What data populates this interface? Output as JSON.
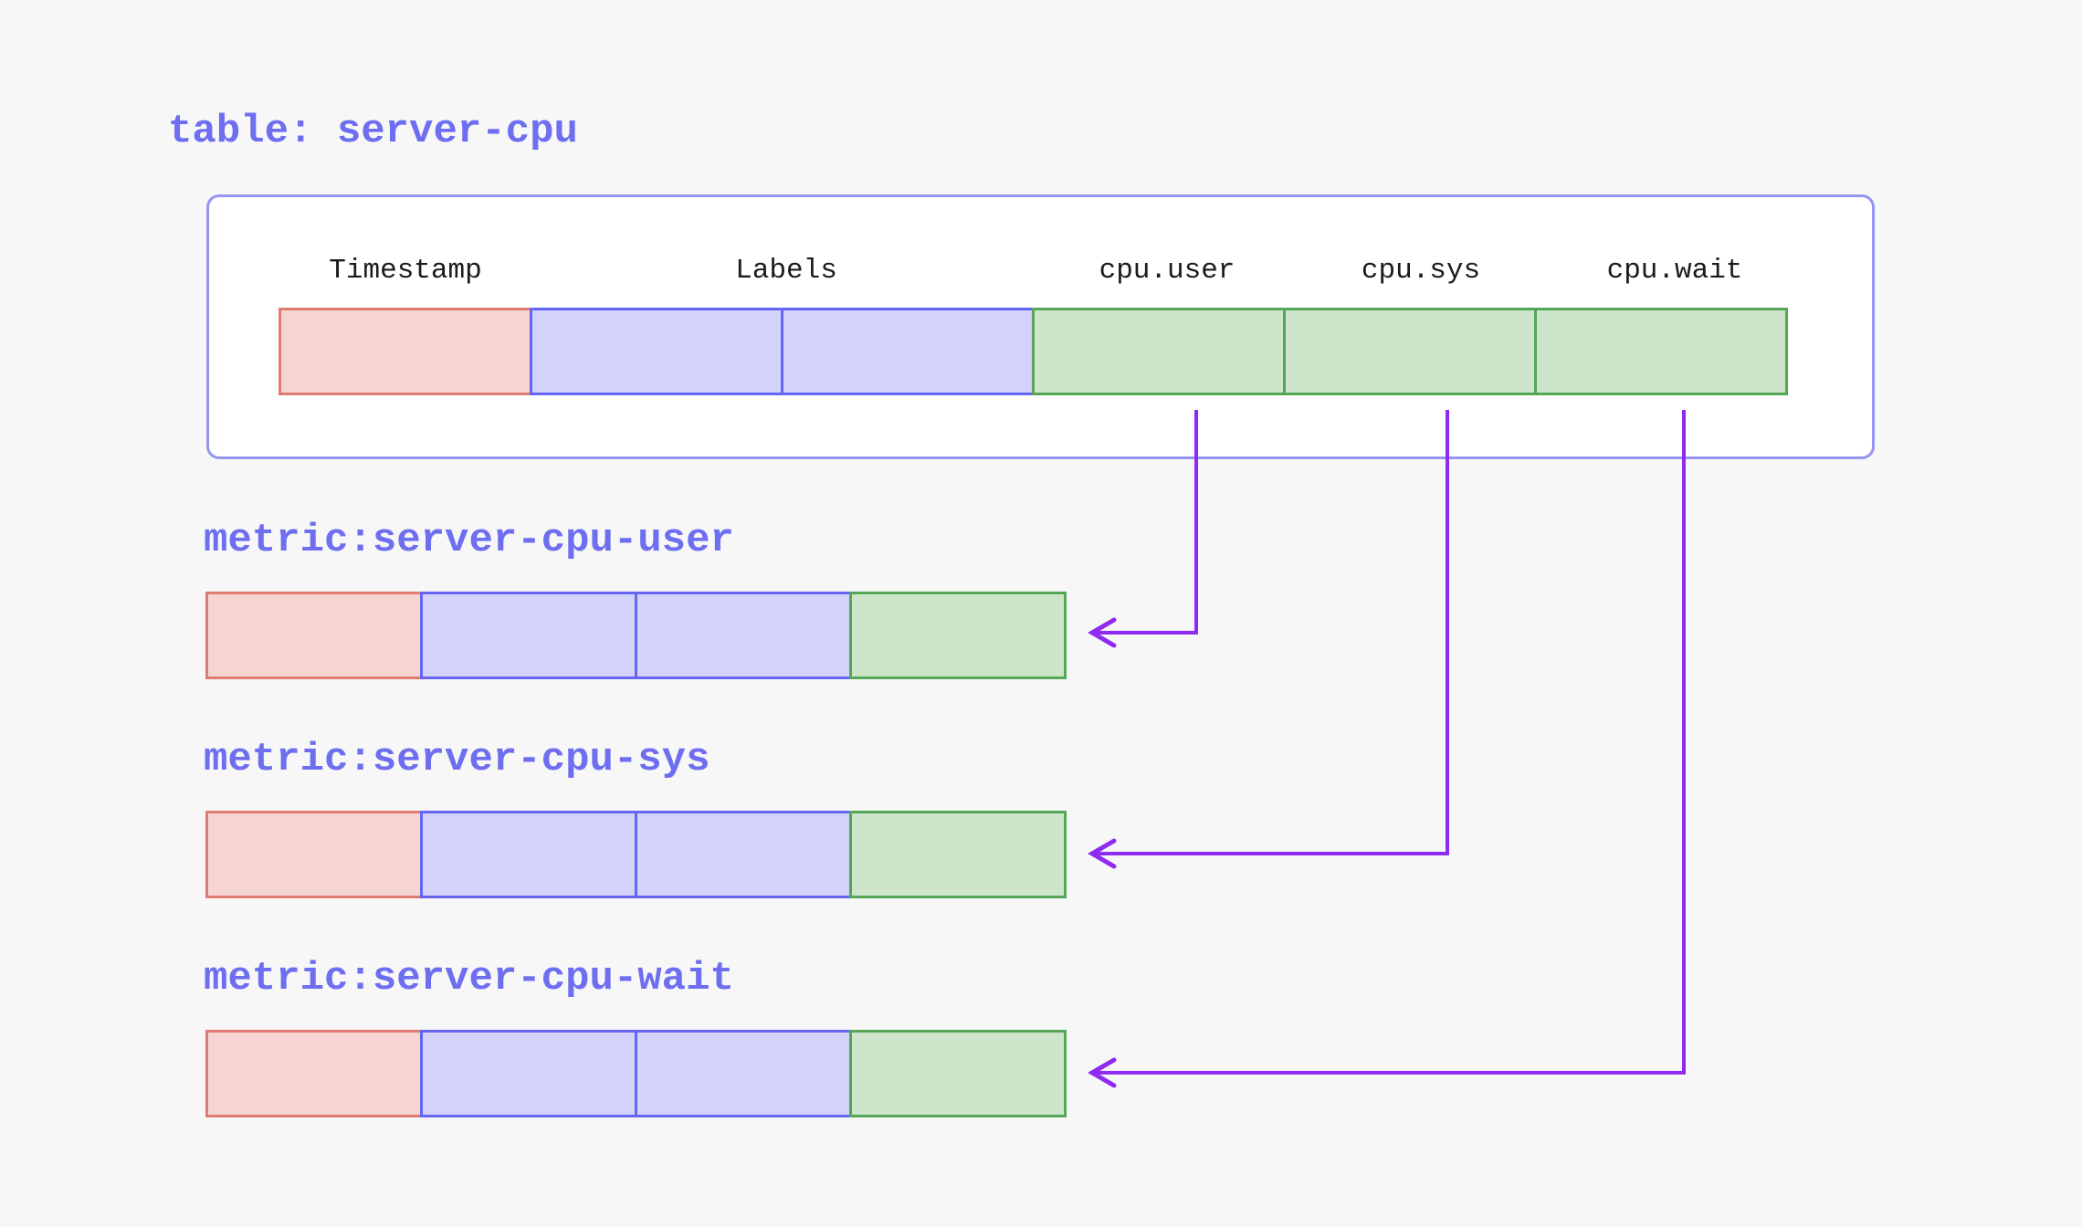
{
  "table": {
    "title": "table: server-cpu",
    "columns": [
      {
        "label": "Timestamp",
        "kind": "timestamp",
        "span": 1
      },
      {
        "label": "Labels",
        "kind": "labels",
        "span": 2
      },
      {
        "label": "cpu.user",
        "kind": "value",
        "span": 1
      },
      {
        "label": "cpu.sys",
        "kind": "value",
        "span": 1
      },
      {
        "label": "cpu.wait",
        "kind": "value",
        "span": 1
      }
    ]
  },
  "metrics": [
    {
      "label": "metric:server-cpu-user",
      "source_column": "cpu.user"
    },
    {
      "label": "metric:server-cpu-sys",
      "source_column": "cpu.sys"
    },
    {
      "label": "metric:server-cpu-wait",
      "source_column": "cpu.wait"
    }
  ],
  "colors": {
    "page-bg": "#f7f7f8",
    "card-bg": "#ffffff",
    "card-border": "#9595f2",
    "accent": "#6e6ef0",
    "header-text": "#1b1b1f",
    "ts-fill": "#f6d4d1",
    "ts-border": "#e07b72",
    "lbl-fill": "#d2d2fa",
    "lbl-border": "#6565f2",
    "val-fill": "#cfe5cb",
    "val-border": "#55a757",
    "arrow": "#8f2bf0"
  }
}
